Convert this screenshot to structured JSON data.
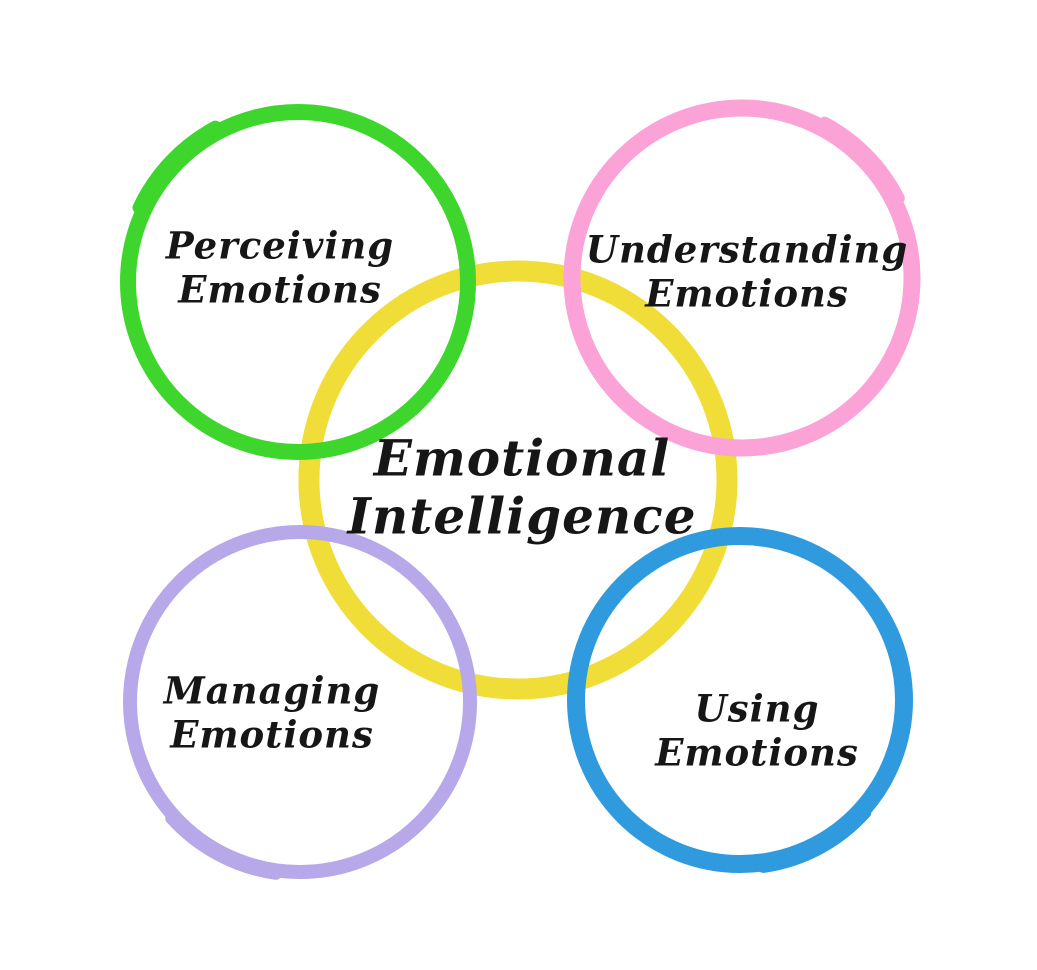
{
  "diagram": {
    "title": "Emotional Intelligence",
    "center": {
      "id": "emotional-intelligence",
      "label": "Emotional\nIntelligence",
      "color": "#f0dd38"
    },
    "nodes": [
      {
        "id": "perceiving-emotions",
        "label": "Perceiving\nEmotions",
        "color": "#3ed62d"
      },
      {
        "id": "understanding-emotions",
        "label": "Understanding\nEmotions",
        "color": "#fba2d7"
      },
      {
        "id": "managing-emotions",
        "label": "Managing\nEmotions",
        "color": "#b6a8e9"
      },
      {
        "id": "using-emotions",
        "label": "Using\nEmotions",
        "color": "#2f9ade"
      }
    ],
    "text_color": "#161616",
    "background_color": "#ffffff"
  }
}
